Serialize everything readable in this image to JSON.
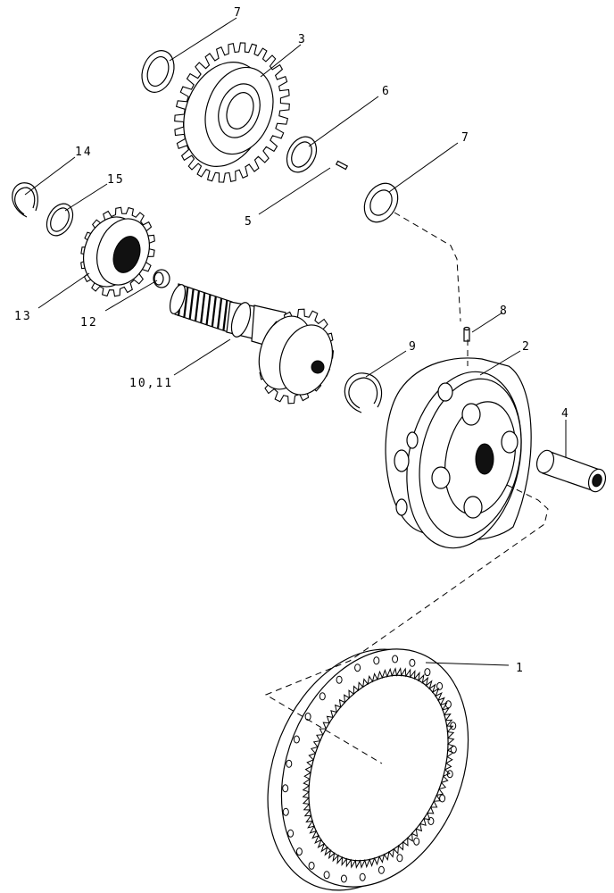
{
  "callouts": {
    "c7a": "7",
    "c3": "3",
    "c6": "6",
    "c14": "14",
    "c15": "15",
    "c7b": "7",
    "c5": "5",
    "c13": "13",
    "c12": "12",
    "c8": "8",
    "c2": "2",
    "c9": "9",
    "c1011": "10,11",
    "c4": "4",
    "c1": "1"
  }
}
